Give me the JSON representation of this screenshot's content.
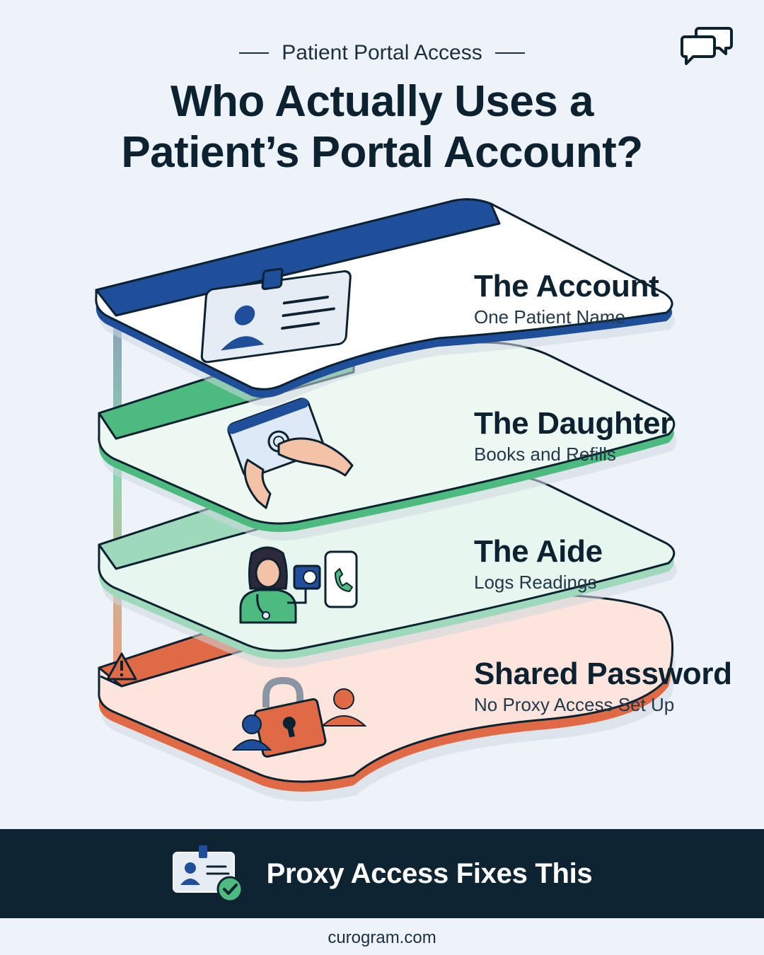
{
  "header": {
    "eyebrow": "Patient Portal Access",
    "title_line1": "Who Actually Uses a",
    "title_line2": "Patient’s Portal Account?"
  },
  "layers": [
    {
      "title": "The Account",
      "subtitle": "One Patient Name",
      "icon": "id-card-icon",
      "color": "#1f4e9a"
    },
    {
      "title": "The Daughter",
      "subtitle": "Books and Refills",
      "icon": "hand-tablet-icon",
      "color": "#4dbb7f"
    },
    {
      "title": "The Aide",
      "subtitle": "Logs Readings",
      "icon": "aide-device-icon",
      "color": "#9ed9bb"
    },
    {
      "title": "Shared Password",
      "subtitle": "No Proxy Access Set Up",
      "icon": "lock-users-icon",
      "color": "#e06a45"
    }
  ],
  "footer": {
    "label": "Proxy Access Fixes This",
    "icon": "id-check-icon",
    "site": "curogram.com"
  },
  "colors": {
    "background": "#eef3f9",
    "navy": "#1f4e9a",
    "green": "#4dbb7f",
    "mint": "#9ed9bb",
    "coral": "#e06a45",
    "dark": "#0e2433"
  }
}
